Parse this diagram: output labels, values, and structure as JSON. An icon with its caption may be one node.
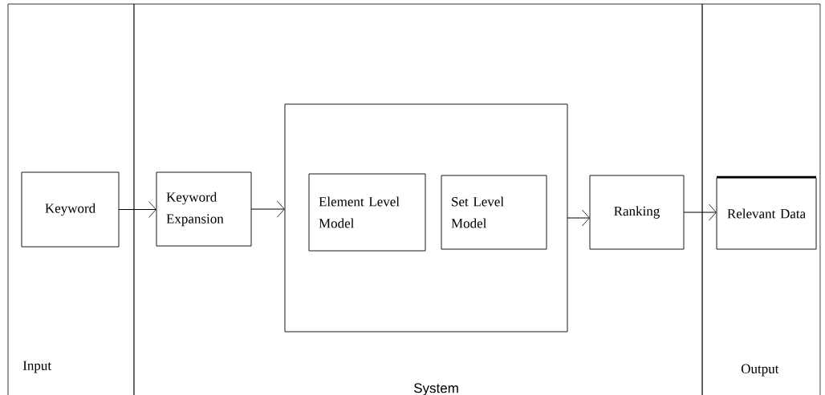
{
  "diagram": {
    "nodes": [
      {
        "text": [
          "Input"
        ]
      },
      {
        "text": [
          "System"
        ]
      },
      {
        "text": [
          "Output"
        ]
      },
      {
        "text": [
          "Keyword"
        ],
        "in": 0
      },
      {
        "text": [
          "Keyword Expansion"
        ],
        "in": 1
      },
      {
        "text": [],
        "shape": "box",
        "in": 1
      },
      {
        "text": [
          "Element Level Model"
        ],
        "in": 5
      },
      {
        "text": [
          "Set Level Model"
        ],
        "in": 5
      },
      {
        "text": [
          "Ranking"
        ],
        "in": 1
      },
      {
        "text": [
          "Relevant Data"
        ],
        "in": 2
      }
    ],
    "edges": [
      {
        "from": 3,
        "to": 4,
        "arrow": "to"
      },
      {
        "from": 4,
        "to": 5,
        "arrow": "to"
      },
      {
        "from": 5,
        "to": 8,
        "arrow": "to"
      },
      {
        "from": 8,
        "to": 9,
        "arrow": "to"
      }
    ]
  }
}
